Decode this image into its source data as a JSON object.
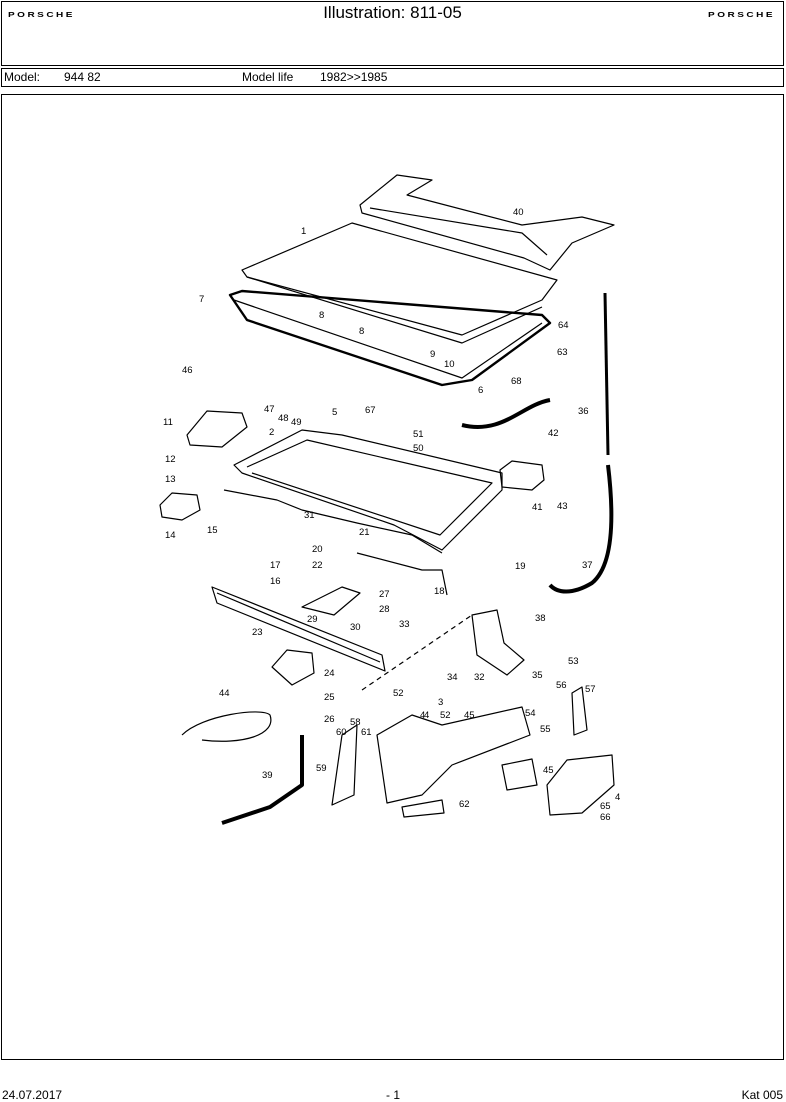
{
  "header": {
    "brand_left": "PORSCHE",
    "title": "Illustration: 811-05",
    "brand_right": "PORSCHE"
  },
  "model_bar": {
    "model_label": "Model:",
    "model_value": "944 82",
    "model_life_label": "Model life",
    "model_life_value": "1982>>1985"
  },
  "diagram": {
    "part_numbers": [
      "1",
      "2",
      "3",
      "4",
      "5",
      "6",
      "7",
      "8",
      "8",
      "9",
      "10",
      "11",
      "12",
      "13",
      "14",
      "15",
      "16",
      "17",
      "18",
      "19",
      "20",
      "21",
      "22",
      "23",
      "24",
      "25",
      "26",
      "27",
      "28",
      "29",
      "30",
      "31",
      "32",
      "33",
      "34",
      "35",
      "36",
      "37",
      "38",
      "39",
      "40",
      "41",
      "42",
      "43",
      "44",
      "45",
      "45",
      "46",
      "47",
      "48",
      "49",
      "50",
      "51",
      "52",
      "52",
      "53",
      "54",
      "55",
      "56",
      "57",
      "58",
      "59",
      "60",
      "61",
      "62",
      "63",
      "64",
      "65",
      "66",
      "67",
      "68",
      "4",
      "4"
    ]
  },
  "footer": {
    "date": "24.07.2017",
    "page": "- 1",
    "catalog": "Kat 005"
  }
}
